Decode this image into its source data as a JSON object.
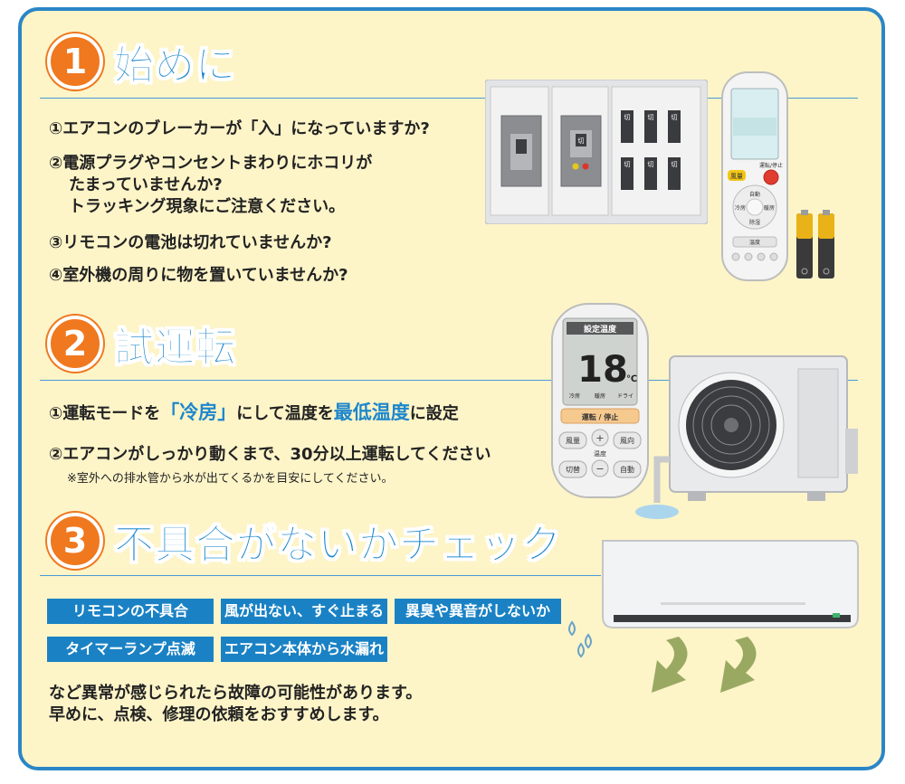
{
  "section1": {
    "number": "1",
    "title": "始めに",
    "items": [
      "①エアコンのブレーカーが「入」になっていますか?",
      "②電源プラグやコンセントまわりにホコリが",
      "たまっていませんか?",
      "トラッキング現象にご注意ください。",
      "③リモコンの電池は切れていませんか?",
      "④室外機の周りに物を置いていませんか?"
    ]
  },
  "section2": {
    "number": "2",
    "title": "試運転",
    "line1": {
      "pre": "①運転モードを",
      "mode": "「冷房」",
      "mid": "にして温度を",
      "temp": "最低温度",
      "post": "に設定"
    },
    "line2": "②エアコンがしっかり動くまで、30分以上運転してください",
    "note": "※室外への排水管から水が出てくるかを目安にしてください。"
  },
  "section3": {
    "number": "3",
    "title": "不具合がないかチェック",
    "tags": [
      "リモコンの不具合",
      "風が出ない、すぐ止まる",
      "異臭や異音がしないか",
      "タイマーランプ点滅",
      "エアコン本体から水漏れ"
    ],
    "footer": [
      "など異常が感じられたら故障の可能性があります。",
      "早めに、点検、修理の依頼をおすすめします。"
    ]
  },
  "breaker": {
    "switch_label": "切"
  },
  "remote_small": {
    "buttons": {
      "fan": "風量",
      "power": "運転/停止",
      "auto": "自動",
      "cool": "冷房",
      "heat": "暖房",
      "dry": "除湿",
      "temp": "温度"
    }
  },
  "remote_large": {
    "lcd_title": "設定温度",
    "temperature": "18",
    "unit": "℃",
    "modes": [
      "冷房",
      "暖房",
      "ドライ"
    ],
    "power": "運転 / 停止",
    "fan": "風量",
    "direction": "風向",
    "temp": "温度",
    "switch": "切替",
    "auto": "自動"
  },
  "colors": {
    "accent_blue": "#1d87cc",
    "number_orange": "#f0781e",
    "panel_bg": "#fdf4c8",
    "tag_blue": "#1a82c4"
  }
}
